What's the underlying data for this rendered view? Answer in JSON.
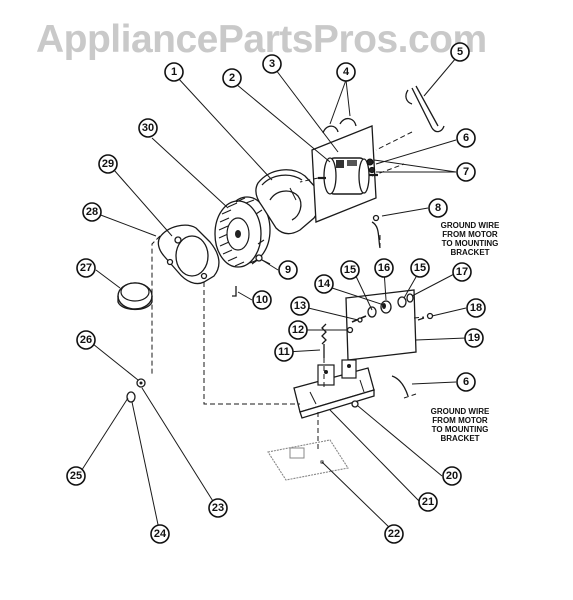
{
  "watermark": "AppliancePartsPros.com",
  "callouts": [
    {
      "label": "1"
    },
    {
      "label": "2"
    },
    {
      "label": "3"
    },
    {
      "label": "4"
    },
    {
      "label": "5"
    },
    {
      "label": "6"
    },
    {
      "label": "7"
    },
    {
      "label": "8"
    },
    {
      "label": "9"
    },
    {
      "label": "10"
    },
    {
      "label": "11"
    },
    {
      "label": "12"
    },
    {
      "label": "13"
    },
    {
      "label": "14"
    },
    {
      "label": "15"
    },
    {
      "label": "16"
    },
    {
      "label": "15"
    },
    {
      "label": "17"
    },
    {
      "label": "18"
    },
    {
      "label": "19"
    },
    {
      "label": "6"
    },
    {
      "label": "20"
    },
    {
      "label": "21"
    },
    {
      "label": "22"
    },
    {
      "label": "23"
    },
    {
      "label": "24"
    },
    {
      "label": "25"
    },
    {
      "label": "26"
    },
    {
      "label": "27"
    },
    {
      "label": "28"
    },
    {
      "label": "29"
    },
    {
      "label": "30"
    }
  ],
  "notes": {
    "top": [
      "GROUND WIRE",
      "FROM MOTOR",
      "TO MOUNTING",
      "BRACKET"
    ],
    "bottom": [
      "GROUND WIRE",
      "FROM MOTOR",
      "TO MOUNTING",
      "BRACKET"
    ]
  }
}
